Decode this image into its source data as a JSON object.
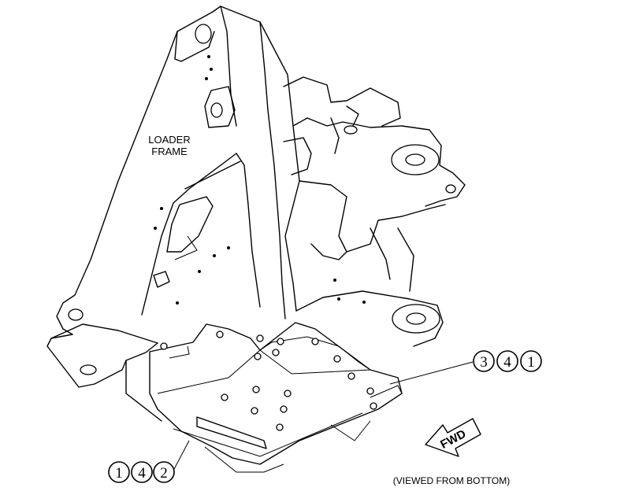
{
  "frame_label": {
    "line1": "LOADER",
    "line2": "FRAME"
  },
  "callouts": [
    {
      "digits": [
        "3",
        "4",
        "1"
      ]
    },
    {
      "digits": [
        "1",
        "4",
        "2"
      ]
    }
  ],
  "direction_arrow": {
    "text": "FWD"
  },
  "view_note": "(VIEWED FROM BOTTOM)"
}
